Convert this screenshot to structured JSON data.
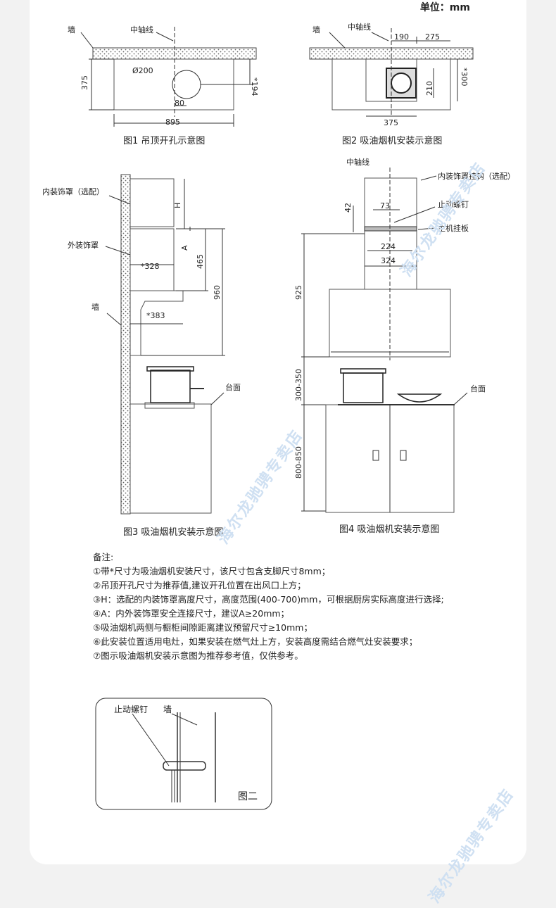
{
  "unit_label": "单位：mm",
  "fig1": {
    "caption": "图1 吊顶开孔示意图",
    "wall": "墙",
    "axis": "中轴线",
    "dim_diameter": "Ø200",
    "dim_194": "*194",
    "dim_375": "375",
    "dim_80": "80",
    "dim_895": "895"
  },
  "fig2": {
    "caption": "图2 吸油烟机安装示意图",
    "wall": "墙",
    "axis": "中轴线",
    "dim_190": "190",
    "dim_275": "275",
    "dim_300": "*300",
    "dim_210": "210",
    "dim_375": "375"
  },
  "fig3": {
    "caption": "图3 吸油烟机安装示意图",
    "inner_cover": "内装饰罩（选配）",
    "outer_cover": "外装饰罩",
    "wall": "墙",
    "counter": "台面",
    "dim_h": "H",
    "dim_a": "A",
    "dim_328": "*328",
    "dim_383": "*383",
    "dim_465": "465",
    "dim_960": "960"
  },
  "fig4": {
    "caption": "图4 吸油烟机安装示意图",
    "axis": "中轴线",
    "hook": "内装饰罩挂钩（选配）",
    "stop_screw": "止动螺钉",
    "plate": "主机挂板",
    "counter": "台面",
    "dim_42": "42",
    "dim_73": "73",
    "dim_224": "224",
    "dim_324": "324",
    "dim_925": "925",
    "dim_300_350": "300-350",
    "dim_800_850": "800-850"
  },
  "notes": {
    "title": "备注:",
    "items": [
      "①带*尺寸为吸油烟机安装尺寸，该尺寸包含支脚尺寸8mm；",
      "②吊顶开孔尺寸为推荐值,建议开孔位置在出风口上方；",
      "③H：选配的内装饰罩高度尺寸，高度范围(400-700)mm，可根据厨房实际高度进行选择;",
      "④A：内外装饰罩安全连接尺寸，建议A≥20mm；",
      "⑤吸油烟机两侧与橱柜间隙距离建议预留尺寸≥10mm；",
      "⑥此安装位置适用电灶，如果安装在燃气灶上方，安装高度需结合燃气灶安装要求；",
      "⑦图示吸油烟机安装示意图为推荐参考值，仅供参考。"
    ]
  },
  "fig_er": {
    "caption": "图二",
    "stop_screw": "止动螺钉",
    "wall": "墙"
  },
  "watermark": "海尔龙驰骋专卖店"
}
